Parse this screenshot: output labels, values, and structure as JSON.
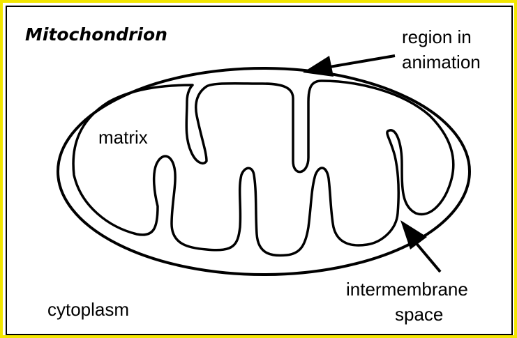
{
  "diagram": {
    "title": "Mitochondrion",
    "labels": {
      "region": [
        "region in",
        "animation"
      ],
      "matrix": "matrix",
      "intermembrane": [
        "intermembrane",
        "space"
      ],
      "cytoplasm": "cytoplasm"
    }
  },
  "colors": {
    "outer_border": "#f2e600",
    "line": "#000000",
    "background": "#ffffff"
  }
}
